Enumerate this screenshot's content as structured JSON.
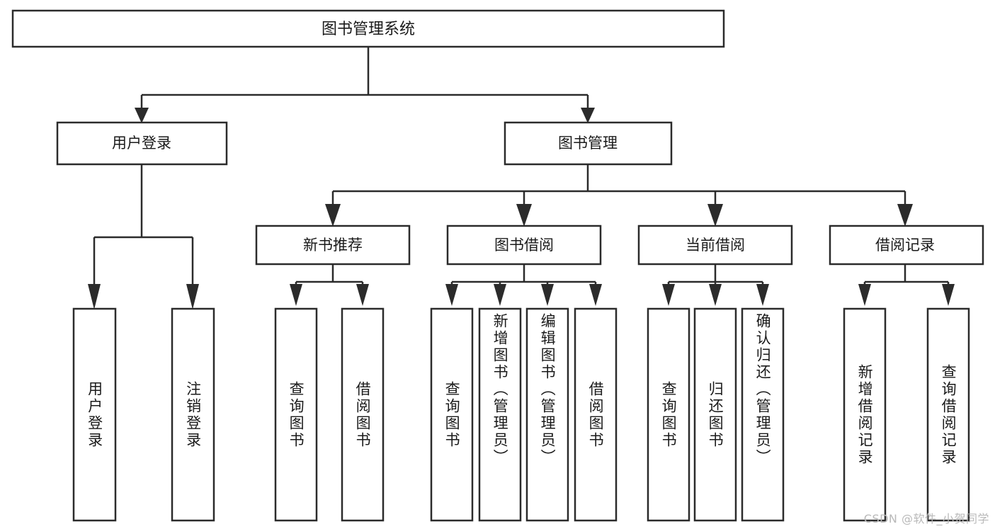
{
  "diagram": {
    "type": "tree",
    "title": "图书管理系统",
    "orientation": "top-down",
    "watermark": "CSDN @软件_小贺同学",
    "colors": {
      "box_stroke": "#2b2b2b",
      "box_fill": "#ffffff",
      "text": "#1a1a1a",
      "background": "#ffffff",
      "watermark": "#b9b9b9"
    },
    "root": {
      "label": "图书管理系统",
      "children": [
        {
          "label": "用户登录",
          "children": [
            {
              "label": "用户登录"
            },
            {
              "label": "注销登录"
            }
          ]
        },
        {
          "label": "图书管理",
          "children": [
            {
              "label": "新书推荐",
              "children": [
                {
                  "label": "查询图书"
                },
                {
                  "label": "借阅图书"
                }
              ]
            },
            {
              "label": "图书借阅",
              "children": [
                {
                  "label": "查询图书"
                },
                {
                  "label": "新增图书（管理员）"
                },
                {
                  "label": "编辑图书（管理员）"
                },
                {
                  "label": "借阅图书"
                }
              ]
            },
            {
              "label": "当前借阅",
              "children": [
                {
                  "label": "查询图书"
                },
                {
                  "label": "归还图书"
                },
                {
                  "label": "确认归还（管理员）"
                }
              ]
            },
            {
              "label": "借阅记录",
              "children": [
                {
                  "label": "新增借阅记录"
                },
                {
                  "label": "查询借阅记录"
                }
              ]
            }
          ]
        }
      ]
    },
    "nodes": {
      "root": {
        "label": "图书管理系统"
      },
      "level2": [
        {
          "label": "用户登录"
        },
        {
          "label": "图书管理"
        }
      ],
      "level3": [
        {
          "label": "新书推荐"
        },
        {
          "label": "图书借阅"
        },
        {
          "label": "当前借阅"
        },
        {
          "label": "借阅记录"
        }
      ],
      "leaves": [
        {
          "label": "用户登录"
        },
        {
          "label": "注销登录"
        },
        {
          "label": "查询图书"
        },
        {
          "label": "借阅图书"
        },
        {
          "label": "查询图书"
        },
        {
          "label": "新增图书（管理员）"
        },
        {
          "label": "编辑图书（管理员）"
        },
        {
          "label": "借阅图书"
        },
        {
          "label": "查询图书"
        },
        {
          "label": "归还图书"
        },
        {
          "label": "确认归还（管理员）"
        },
        {
          "label": "新增借阅记录"
        },
        {
          "label": "查询借阅记录"
        }
      ]
    }
  }
}
